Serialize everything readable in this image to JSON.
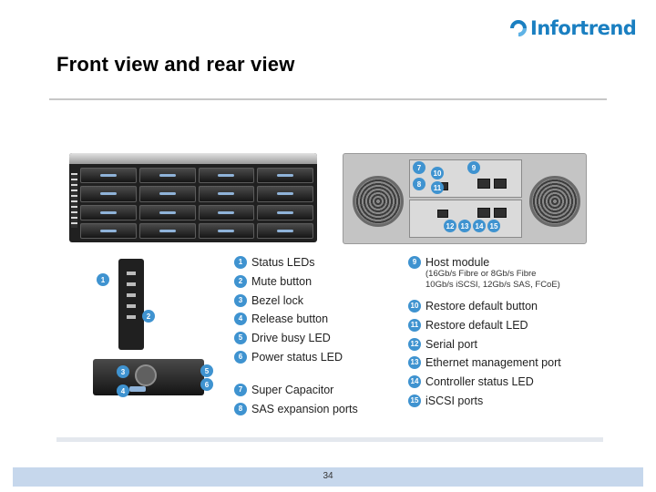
{
  "brand": {
    "logo_text": "Infortrend",
    "color": "#1a7fc1"
  },
  "slide": {
    "title": "Front view and rear view",
    "page_number": "34"
  },
  "badge_color": "#3f93d0",
  "front_list": [
    {
      "num": "1",
      "label": "Status LEDs"
    },
    {
      "num": "2",
      "label": "Mute button"
    },
    {
      "num": "3",
      "label": "Bezel lock"
    },
    {
      "num": "4",
      "label": "Release button"
    },
    {
      "num": "5",
      "label": "Drive busy LED"
    },
    {
      "num": "6",
      "label": "Power status LED"
    },
    {
      "num": "7",
      "label": "Super Capacitor"
    },
    {
      "num": "8",
      "label": "SAS expansion ports"
    }
  ],
  "rear_list": [
    {
      "num": "9",
      "label": "Host module"
    },
    {
      "num": "10",
      "label": "Restore default button"
    },
    {
      "num": "11",
      "label": "Restore default LED"
    },
    {
      "num": "12",
      "label": "Serial port"
    },
    {
      "num": "13",
      "label": "Ethernet management port"
    },
    {
      "num": "14",
      "label": "Controller status LED"
    },
    {
      "num": "15",
      "label": "iSCSI ports"
    }
  ],
  "host_module_detail": {
    "line1": "(16Gb/s Fibre or 8Gb/s Fibre",
    "line2": "10Gb/s iSCSI, 12Gb/s SAS, FCoE)"
  },
  "image_callouts": {
    "c1": "1",
    "c2": "2",
    "c3": "3",
    "c4": "4",
    "c5": "5",
    "c6": "6",
    "c7": "7",
    "c8": "8",
    "c9": "9",
    "c10": "10",
    "c11": "11",
    "c12": "12",
    "c13": "13",
    "c14": "14",
    "c15": "15"
  }
}
